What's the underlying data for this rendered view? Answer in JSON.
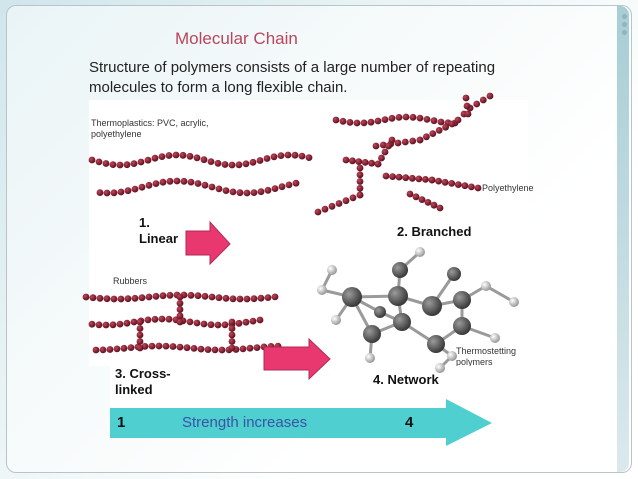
{
  "slide": {
    "title": "Molecular Chain",
    "body": "Structure of polymers consists of a large number of repeating molecules to form a long flexible chain."
  },
  "labels": {
    "thermoplastics": "Thermoplastics: PVC, acrylic, polyethylene",
    "polyethylene": "Polyethylene",
    "rubbers": "Rubbers",
    "thermosetting": "Thermostetting polymers"
  },
  "steps": {
    "linear": "1. Linear",
    "branched": "2. Branched",
    "crosslinked": "3. Cross-linked",
    "network": "4. Network"
  },
  "strength_bar": {
    "start": "1",
    "text": "Strength increases",
    "end": "4"
  },
  "colors": {
    "title": "#b8465c",
    "bead": "#7a1d2c",
    "arrow": "#e8386f",
    "bar": "#4fcfd0",
    "bar_text": "#3a53a4"
  }
}
